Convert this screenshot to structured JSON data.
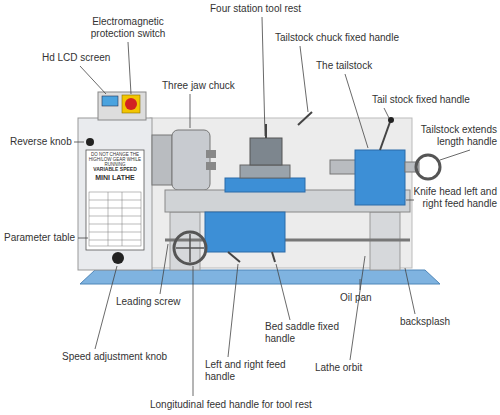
{
  "diagram": {
    "labels": [
      "Four station tool rest",
      "Electromagnetic protection switch",
      "Hd LCD screen",
      "Three jaw chuck",
      "Tailstock chuck fixed handle",
      "The tailstock",
      "Tail stock fixed handle",
      "Tailstock extends length handle",
      "Reverse knob",
      "Knife head left and right feed handle",
      "DO NOT CHANGE THE HIGH/LOW GEAR WHILE RUNNING",
      "VARIABLE SPEED",
      "MINI LATHE",
      "Parameter table",
      "Leading screw",
      "Oil pan",
      "backsplash",
      "Bed saddle fixed handle",
      "Speed adjustment knob",
      "Left and right feed handle",
      "Lathe orbit",
      "Longitudinal feed handle for tool rest"
    ]
  }
}
